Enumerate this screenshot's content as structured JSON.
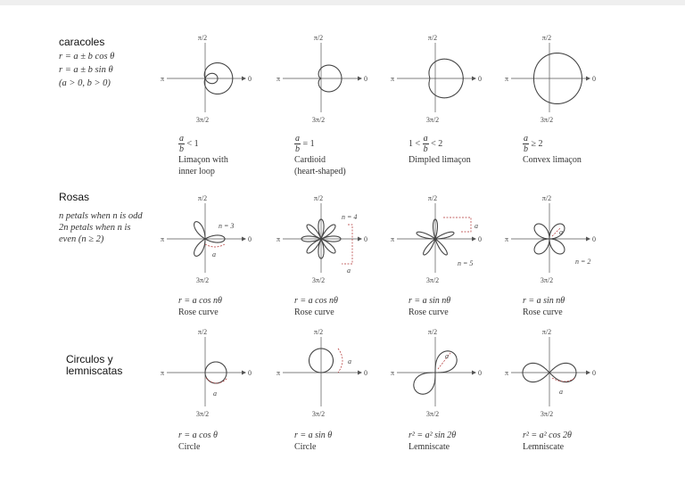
{
  "axis_labels": {
    "top": "π/2",
    "left": "π",
    "right": "0",
    "bottom": "3π/2",
    "a": "a"
  },
  "rows": [
    {
      "title": "caracoles",
      "equations": [
        "r = a ± b cos θ",
        "r = a ± b sin θ",
        "(a > 0, b > 0)"
      ],
      "curves": [
        {
          "pre": "",
          "num": "a",
          "den": "b",
          "post": "< 1",
          "name_lines": [
            "Limaçon with",
            "inner loop"
          ]
        },
        {
          "pre": "",
          "num": "a",
          "den": "b",
          "post": "= 1",
          "name_lines": [
            "Cardioid",
            "(heart-shaped)"
          ]
        },
        {
          "pre": "1 <",
          "num": "a",
          "den": "b",
          "post": "< 2",
          "name_lines": [
            "Dimpled limaçon"
          ]
        },
        {
          "pre": "",
          "num": "a",
          "den": "b",
          "post": "≥ 2",
          "name_lines": [
            "Convex limaçon"
          ]
        }
      ]
    },
    {
      "title": "Rosas",
      "equations": [
        "n petals when n is odd",
        "2n petals when n is",
        "even (n ≥ 2)"
      ],
      "curves": [
        {
          "eq": "r = a cos nθ",
          "name": "Rose curve",
          "n_label": "n = 3"
        },
        {
          "eq": "r = a cos nθ",
          "name": "Rose curve",
          "n_label": "n = 4"
        },
        {
          "eq": "r = a sin nθ",
          "name": "Rose curve",
          "n_label": "n = 5"
        },
        {
          "eq": "r = a sin nθ",
          "name": "Rose curve",
          "n_label": "n = 2"
        }
      ]
    },
    {
      "title_lines": [
        "Circulos y",
        "lemniscatas"
      ],
      "curves": [
        {
          "eq": "r = a cos θ",
          "name": "Circle"
        },
        {
          "eq": "r = a sin θ",
          "name": "Circle"
        },
        {
          "eq": "r² = a² sin 2θ",
          "name": "Lemniscate"
        },
        {
          "eq": "r² = a² cos 2θ",
          "name": "Lemniscate"
        }
      ]
    }
  ]
}
